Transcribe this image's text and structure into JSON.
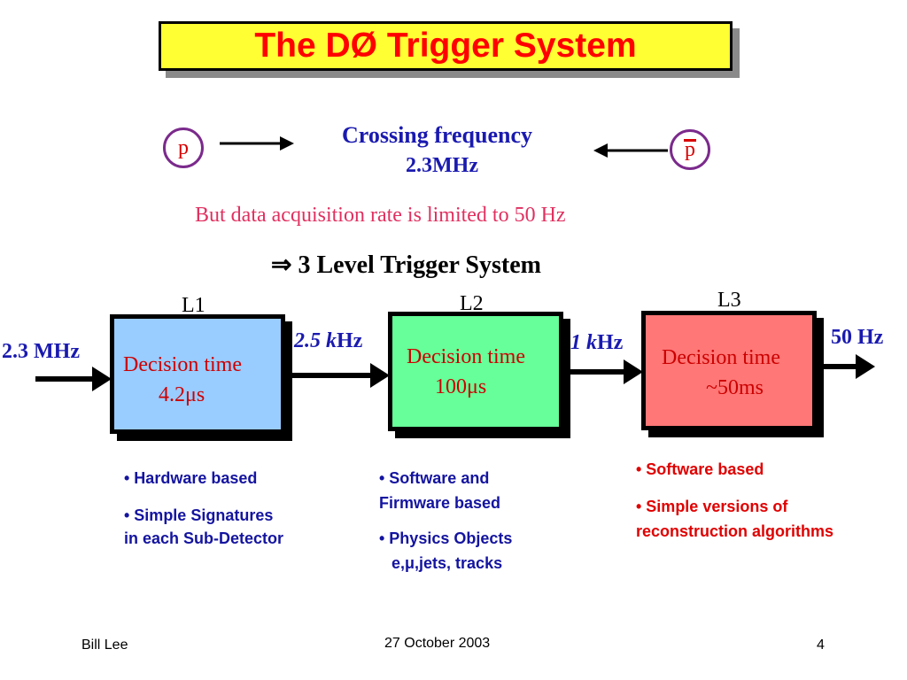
{
  "title": "The DØ Trigger System",
  "particles": {
    "left": "p",
    "right": "p"
  },
  "crossing": {
    "line1": "Crossing frequency",
    "line2": "2.3MHz"
  },
  "limit_text": "But data acquisition rate is limited to 50 Hz",
  "three_level": "⇒ 3 Level Trigger System",
  "input_rate": "2.3 MHz",
  "output_rate": "50 Hz",
  "levels": [
    {
      "label": "L1",
      "decision": "Decision time",
      "time": "4.2μs",
      "color": "#99ccff"
    },
    {
      "label": "L2",
      "decision": "Decision time",
      "time": "100μs",
      "color": "#66ff99"
    },
    {
      "label": "L3",
      "decision": "Decision time",
      "time": "~50ms",
      "color": "#ff7777"
    }
  ],
  "between_rates": [
    {
      "value": "2.5 ",
      "unit_k": "k",
      "unit": "Hz"
    },
    {
      "value": "1 ",
      "unit_k": "k",
      "unit": "Hz"
    }
  ],
  "bullets": {
    "l1": [
      "• Hardware based",
      "• Simple Signatures",
      "in each Sub-Detector"
    ],
    "l2": [
      "• Software  and",
      "Firmware based",
      "• Physics Objects",
      "e,μ,jets, tracks"
    ],
    "l3": [
      "• Software based",
      "• Simple versions of",
      "reconstruction algorithms"
    ]
  },
  "footer": {
    "author": "Bill Lee",
    "date": "27 October 2003",
    "page": "4"
  }
}
